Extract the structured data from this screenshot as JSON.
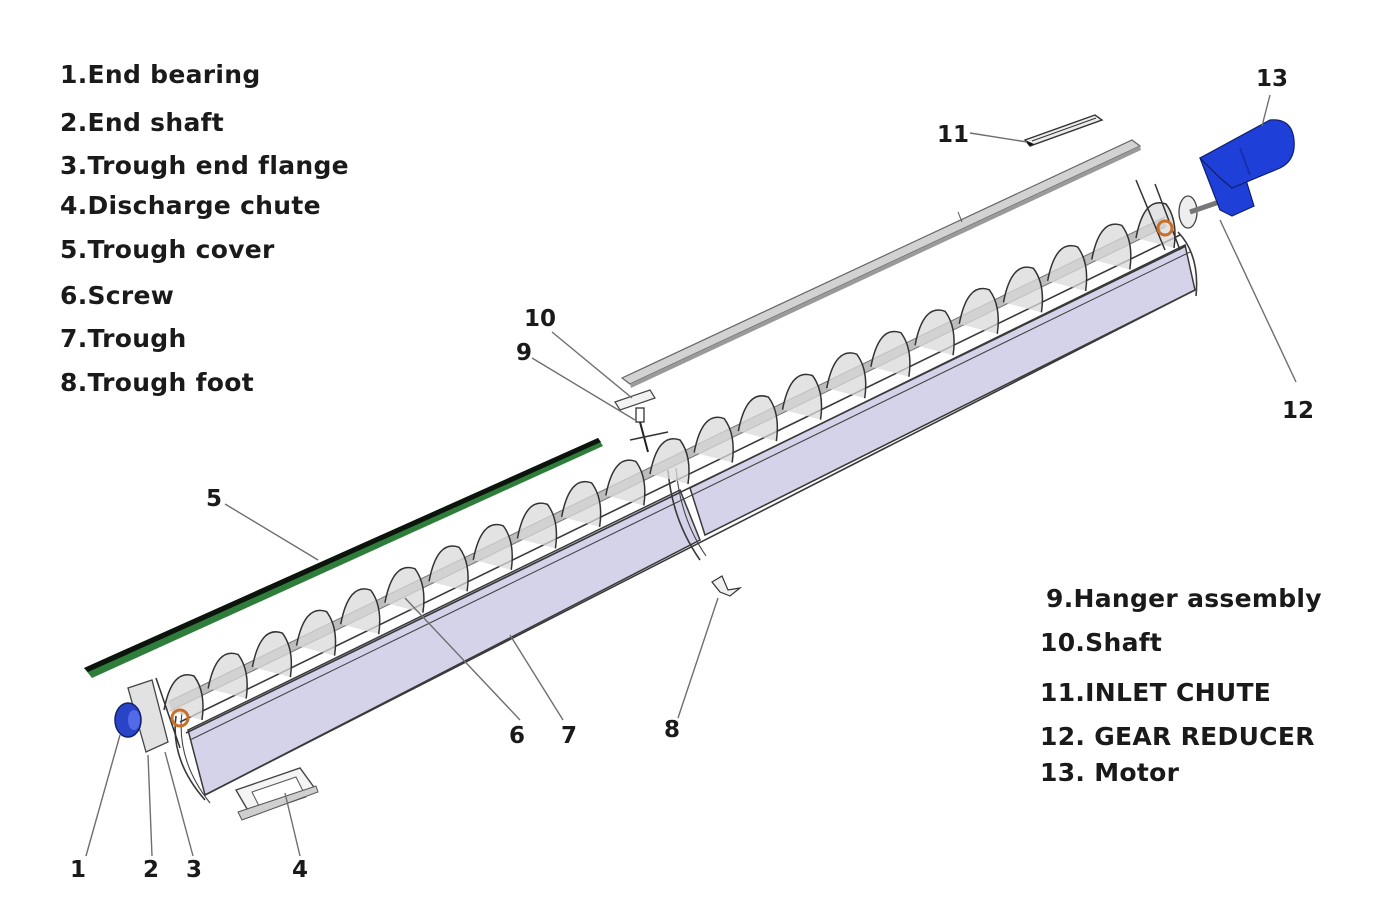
{
  "title": "Screw conveyor exploded view",
  "legend_left": [
    {
      "num": "1",
      "text": "1.End bearing"
    },
    {
      "num": "2",
      "text": "2.End shaft"
    },
    {
      "num": "3",
      "text": "3.Trough end flange"
    },
    {
      "num": "4",
      "text": "4.Discharge chute"
    },
    {
      "num": "5",
      "text": "5.Trough cover"
    },
    {
      "num": "6",
      "text": "6.Screw"
    },
    {
      "num": "7",
      "text": "7.Trough"
    },
    {
      "num": "8",
      "text": "8.Trough foot"
    }
  ],
  "legend_right": [
    {
      "num": "9",
      "text": "9.Hanger assembly"
    },
    {
      "num": "10",
      "text": "10.Shaft"
    },
    {
      "num": "11",
      "text": "11.INLET CHUTE"
    },
    {
      "num": "12",
      "text": "12. GEAR REDUCER"
    },
    {
      "num": "13",
      "text": "13.  Motor"
    }
  ],
  "callouts": [
    "1",
    "2",
    "3",
    "4",
    "5",
    "6",
    "7",
    "8",
    "9",
    "10",
    "11",
    "12",
    "13"
  ],
  "colors": {
    "trough": "#d4d3ea",
    "trough_dark": "#b9b8d6",
    "cover_lower": "#2f7d3a",
    "cover_upper": "#0f1a10",
    "motor": "#1f3fd9",
    "bearing": "#2a44c8",
    "flange_accent": "#c8702a",
    "metal": "#e6e6e6"
  }
}
